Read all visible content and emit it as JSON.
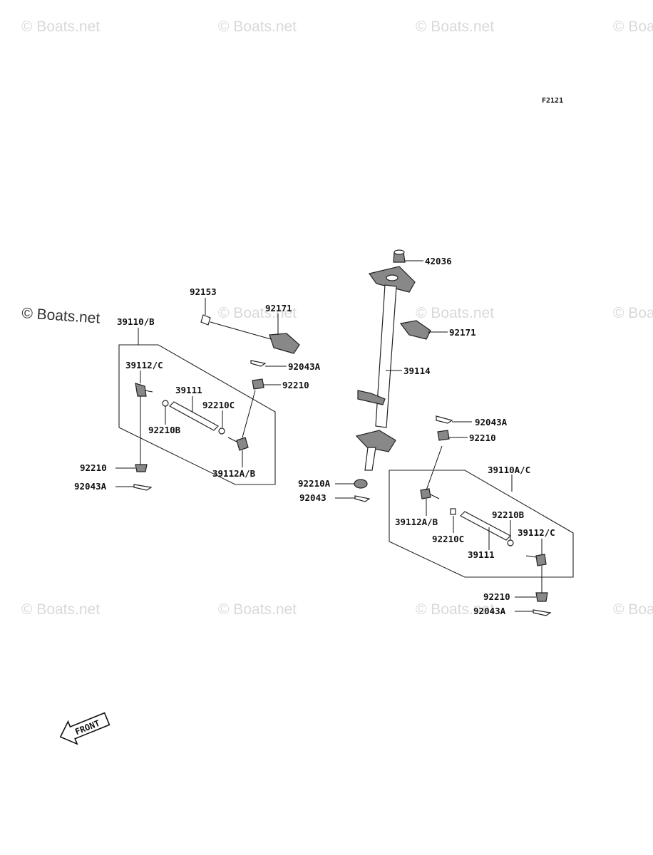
{
  "diagram_code": "F2121",
  "watermark": {
    "text": "© Boats.net",
    "prominent_text": "© Boats.net"
  },
  "front_indicator": "FRONT",
  "parts": {
    "steering_stem_bushing": "42036",
    "steering_shaft": "39114",
    "handlebar_holder_right": "92171",
    "handlebar_holder_left": "92171",
    "holder_bolt": "92153",
    "left_tie_rod_assy": "39110/B",
    "left_tie_rod_end_outer": "39112/C",
    "left_tie_rod_shaft": "39111",
    "left_nut_c": "92210C",
    "left_nut_b": "92210B",
    "left_tie_rod_end_inner": "39112A/B",
    "left_lower_nut": "92210",
    "left_lower_cotter_pin": "92043A",
    "left_upper_cotter_pin": "92043A",
    "left_upper_nut": "92210",
    "center_nut": "92210A",
    "center_cotter_pin": "92043",
    "right_upper_cotter_pin": "92043A",
    "right_upper_nut": "92210",
    "right_tie_rod_assy": "39110A/C",
    "right_tie_rod_end_inner": "39112A/B",
    "right_nut_b": "92210B",
    "right_tie_rod_end_outer": "39112/C",
    "right_nut_c": "92210C",
    "right_tie_rod_shaft": "39111",
    "right_lower_nut": "92210",
    "right_lower_cotter_pin": "92043A"
  }
}
